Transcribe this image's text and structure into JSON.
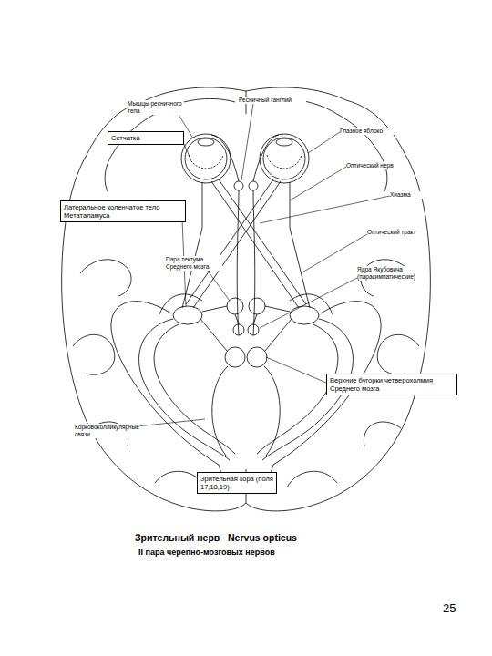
{
  "diagram": {
    "title": "Зрительный нерв   Nervus opticus",
    "caption": "II пара черепно-мозговых нервов",
    "nodes": [
      {
        "text": [
          "Сетчатка"
        ]
      },
      {
        "text": [
          "Латеральное коленчатое тело Метаталамуса"
        ]
      },
      {
        "text": [
          "Верхние бугорки четверохолмия Среднего мозга"
        ]
      },
      {
        "text": [
          "Зрительная кора (поля 17,18,19)"
        ]
      }
    ],
    "labels": [
      "Мышцы ресничного тела",
      "Ресничный ганглий",
      "Глазное яблоко",
      "Оптический нерв",
      "Хиазма",
      "Оптический тракт",
      "Пара тектума Среднего мозга",
      "Ядра Якубовича (парасимпатические)",
      "Корковоколликулярные связи",
      "25"
    ]
  }
}
